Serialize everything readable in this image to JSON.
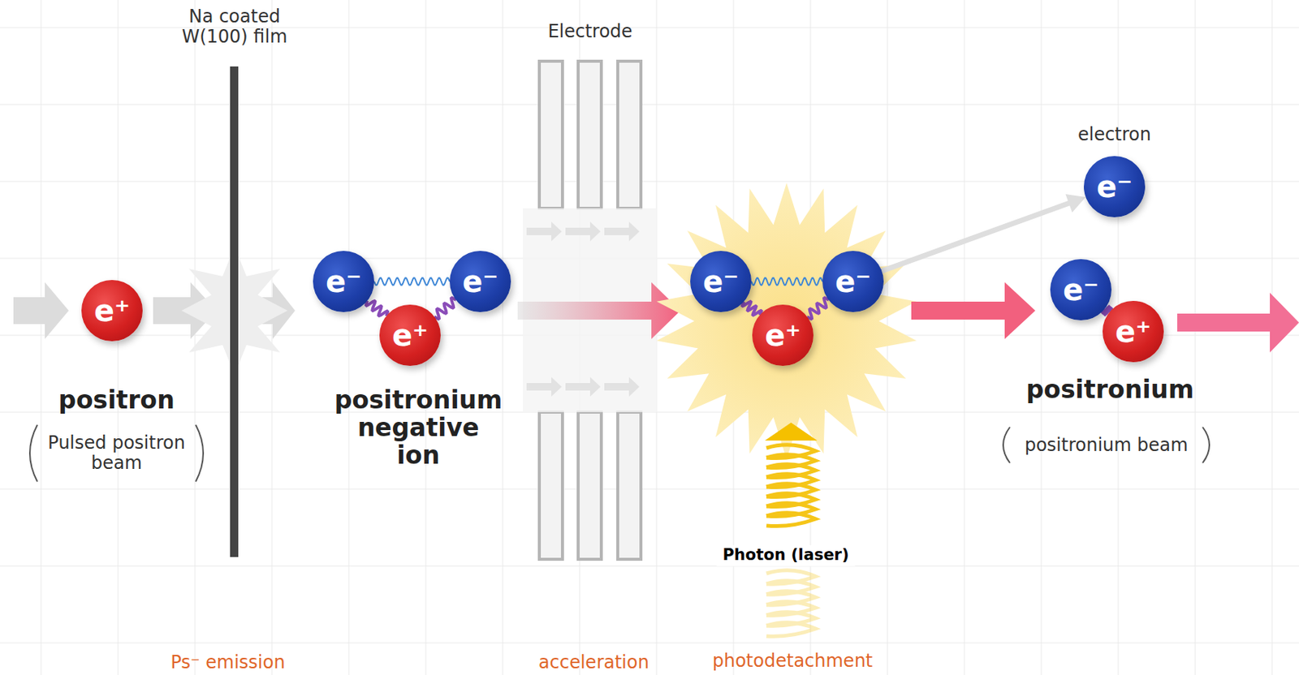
{
  "diagram": {
    "nodes": [
      {
        "text": [
          "e⁺"
        ]
      },
      {
        "text": [
          "e⁻"
        ]
      },
      {
        "text": [
          "e⁺"
        ]
      },
      {
        "text": [
          "e⁻"
        ]
      },
      {
        "text": [
          "e⁻"
        ]
      },
      {
        "text": [
          "e⁺"
        ]
      },
      {
        "text": [
          "e⁻"
        ]
      },
      {
        "text": [
          "e⁻"
        ]
      },
      {
        "text": [
          "e⁻"
        ]
      },
      {
        "text": [
          "e⁺"
        ]
      }
    ],
    "edges": [
      {
        "from": 1,
        "to": 3,
        "arrow": "none"
      },
      {
        "from": 1,
        "to": 2,
        "arrow": "none"
      },
      {
        "from": 2,
        "to": 3,
        "arrow": "none"
      },
      {
        "from": 4,
        "to": 6,
        "arrow": "none"
      },
      {
        "from": 4,
        "to": 5,
        "arrow": "none"
      },
      {
        "from": 5,
        "to": 6,
        "arrow": "none"
      },
      {
        "from": 6,
        "to": 7,
        "arrow": "to"
      },
      {
        "from": 8,
        "to": 9,
        "arrow": "none"
      }
    ],
    "labels": [
      "Na coated W(100) film",
      "Electrode",
      "electron",
      "positron",
      "Pulsed positron beam",
      "positronium negative ion",
      "Photon (laser)",
      "positronium",
      "positronium beam",
      "Ps⁻ emission",
      "acceleration",
      "photodetachment"
    ]
  }
}
